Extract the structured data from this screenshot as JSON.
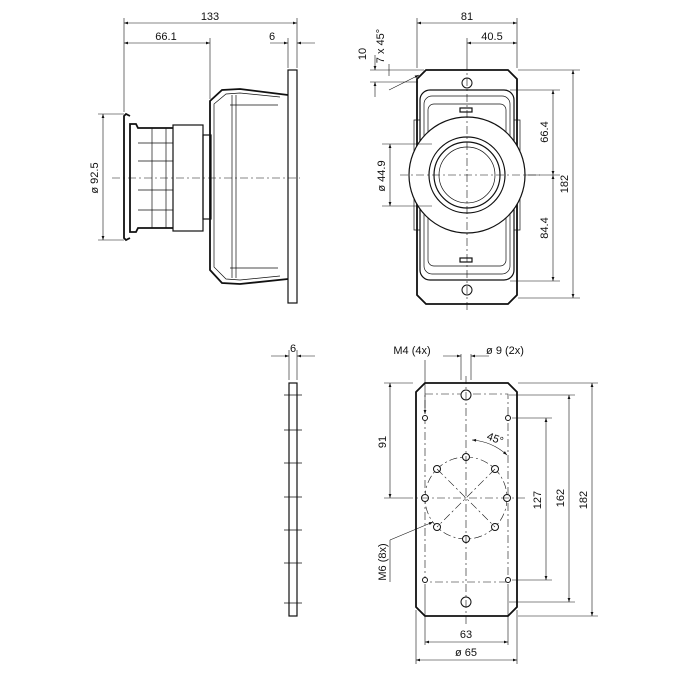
{
  "dimensions": {
    "side_total_width": "133",
    "side_offset": "66.1",
    "side_plate_thickness": "6",
    "side_diameter": "ø 92.5",
    "front_width": "81",
    "front_half_width": "40.5",
    "front_chamfer_10": "10",
    "front_chamfer": "7 x 45°",
    "front_upper": "66.4",
    "front_lower": "84.4",
    "front_height": "182",
    "front_diameter": "ø 44.9",
    "plate_thickness": "6",
    "m4_holes": "M4 (4x)",
    "hole_diameter": "ø 9 (2x)",
    "angle": "45°",
    "plate_91": "91",
    "plate_127": "127",
    "plate_162": "162",
    "plate_182": "182",
    "m6_holes": "M6 (8x)",
    "plate_63": "63",
    "plate_65": "ø 65"
  }
}
